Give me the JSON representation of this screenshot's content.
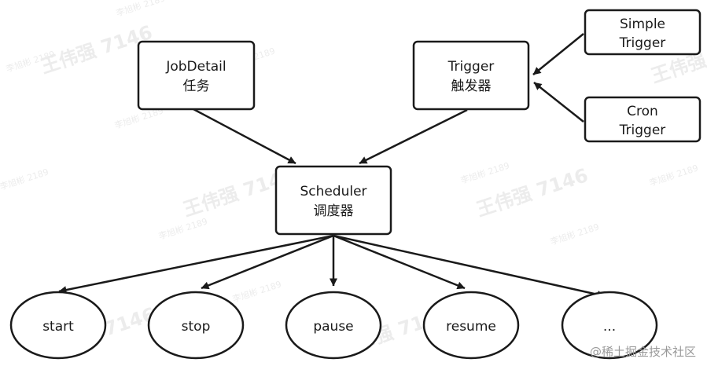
{
  "nodes": {
    "job_detail": {
      "line1": "JobDetail",
      "line2": "任务"
    },
    "trigger": {
      "line1": "Trigger",
      "line2": "触发器"
    },
    "simple_trigger": {
      "line1": "Simple",
      "line2": "Trigger"
    },
    "cron_trigger": {
      "line1": "Cron",
      "line2": "Trigger"
    },
    "scheduler": {
      "line1": "Scheduler",
      "line2": "调度器"
    }
  },
  "actions": {
    "start": "start",
    "stop": "stop",
    "pause": "pause",
    "resume": "resume",
    "more": "..."
  },
  "watermarks": {
    "name_id": "王伟强 7146",
    "person_id": "李旭彬 2189"
  },
  "footer": "@稀土掘金技术社区",
  "colors": {
    "stroke": "#1a1a1a",
    "text": "#1a1a1a",
    "watermark": "#ececec",
    "footer": "#999999",
    "background": "#ffffff"
  }
}
